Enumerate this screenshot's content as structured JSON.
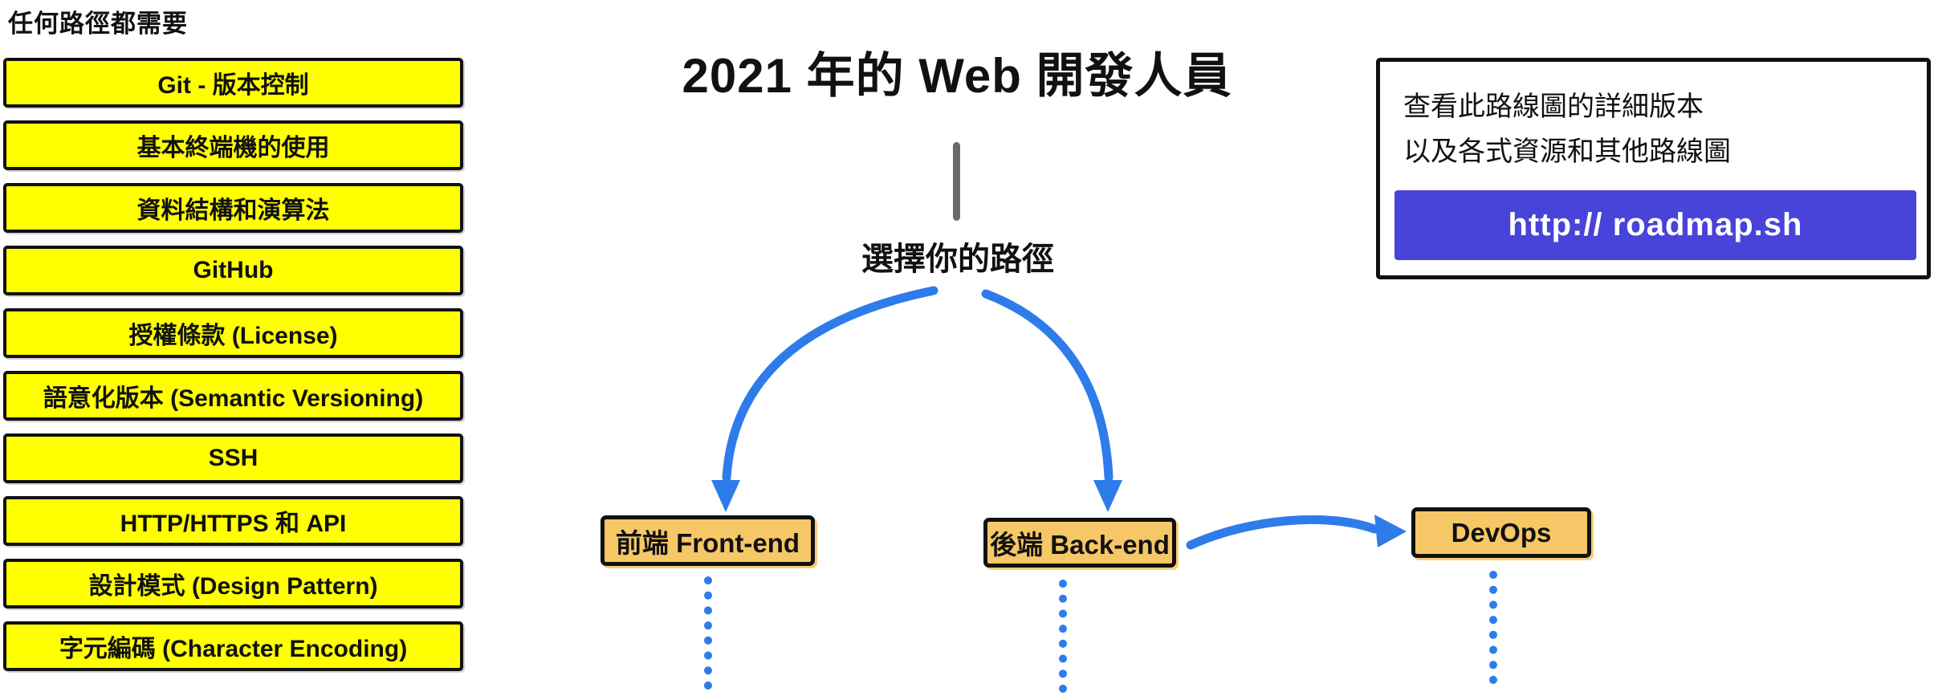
{
  "colors": {
    "yellow": "#FFFF00",
    "orange": "#F6C766",
    "blue": "#2E7CE9",
    "purple": "#4843D9",
    "gray": "#6A6A6A",
    "border": "#111111",
    "text": "#111111"
  },
  "left_panel": {
    "heading": "任何路徑都需要",
    "items": [
      {
        "label": "Git - 版本控制"
      },
      {
        "label": "基本終端機的使用"
      },
      {
        "label": "資料結構和演算法"
      },
      {
        "label": "GitHub"
      },
      {
        "label": "授權條款 (License)"
      },
      {
        "label": "語意化版本 (Semantic Versioning)"
      },
      {
        "label": "SSH"
      },
      {
        "label": "HTTP/HTTPS 和 API"
      },
      {
        "label": "設計模式 (Design Pattern)"
      },
      {
        "label": "字元編碼 (Character Encoding)"
      }
    ]
  },
  "header": {
    "title": "2021 年的 Web 開發人員"
  },
  "flow": {
    "choose_label": "選擇你的路徑",
    "nodes": [
      {
        "label": "前端 Front-end"
      },
      {
        "label": "後端 Back-end"
      },
      {
        "label": "DevOps"
      }
    ]
  },
  "info_box": {
    "line1": "查看此路線圖的詳細版本",
    "line2": "以及各式資源和其他路線圖",
    "button_label": "http:// roadmap.sh"
  }
}
